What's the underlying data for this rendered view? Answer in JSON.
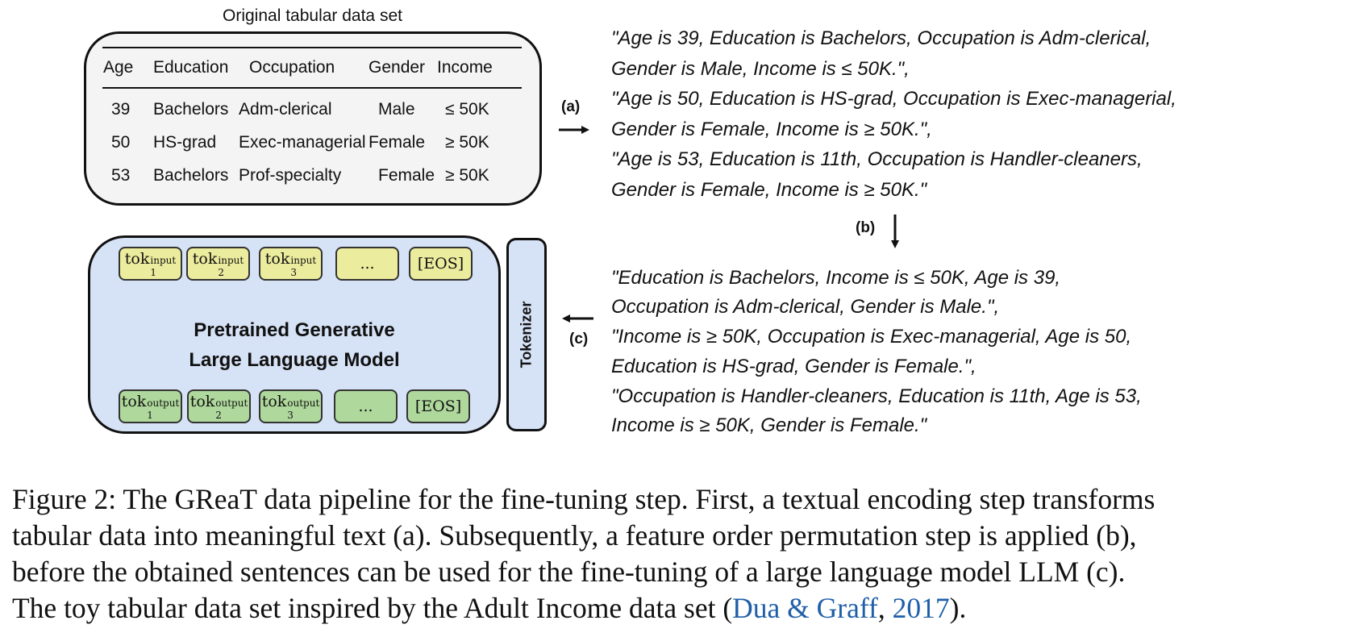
{
  "table": {
    "title": "Original tabular data set",
    "headers": [
      "Age",
      "Education",
      "Occupation",
      "Gender",
      "Income"
    ],
    "rows": [
      [
        "39",
        "Bachelors",
        "Adm-clerical",
        "Male",
        "≤ 50K"
      ],
      [
        "50",
        "HS-grad",
        "Exec-managerial",
        "Female",
        "≥ 50K"
      ],
      [
        "53",
        "Bachelors",
        "Prof-specialty",
        "Female",
        "≥ 50K"
      ]
    ]
  },
  "labels": {
    "a": "(a)",
    "b": "(b)",
    "c": "(c)"
  },
  "encoded_sentences": [
    "\"Age is 39, Education is Bachelors, Occupation is Adm-clerical,",
    "Gender is Male, Income is  ≤ 50K.\",",
    "\"Age is 50, Education is HS-grad, Occupation is Exec-managerial,",
    "Gender is Female, Income is  ≥ 50K.\",",
    "\"Age is 53, Education is 11th, Occupation is Handler-cleaners,",
    "Gender is Female, Income is  ≥ 50K.\""
  ],
  "permuted_sentences": [
    "\"Education is Bachelors, Income is  ≤ 50K, Age is 39,",
    "Occupation is Adm-clerical, Gender is Male.\",",
    "\"Income is  ≥ 50K, Occupation is Exec-managerial, Age is 50,",
    "Education is HS-grad, Gender is Female.\",",
    "\"Occupation is Handler-cleaners, Education is 11th, Age is 53,",
    "Income is  ≥ 50K, Gender is Female.\""
  ],
  "model": {
    "title_line1": "Pretrained Generative",
    "title_line2": "Large Language Model",
    "input_tokens": [
      {
        "base": "tok",
        "sub": "1",
        "sup": "input"
      },
      {
        "base": "tok",
        "sub": "2",
        "sup": "input"
      },
      {
        "base": "tok",
        "sub": "3",
        "sup": "input"
      },
      {
        "base": "...",
        "sub": "",
        "sup": ""
      },
      {
        "base": "[EOS]",
        "sub": "",
        "sup": ""
      }
    ],
    "output_tokens": [
      {
        "base": "tok",
        "sub": "1",
        "sup": "output"
      },
      {
        "base": "tok",
        "sub": "2",
        "sup": "output"
      },
      {
        "base": "tok",
        "sub": "3",
        "sup": "output"
      },
      {
        "base": "...",
        "sub": "",
        "sup": ""
      },
      {
        "base": "[EOS]",
        "sub": "",
        "sup": ""
      }
    ]
  },
  "tokenizer": "Tokenizer",
  "caption": {
    "line1": "Figure 2: The GReaT data pipeline for the fine-tuning step. First, a textual encoding step transforms",
    "line2": "tabular data into meaningful text (a). Subsequently, a feature order permutation step is applied (b),",
    "line3": "before the obtained sentences can be used for the fine-tuning of a large language model LLM (c).",
    "line4_pre": "The toy tabular data set inspired by the Adult Income data set (",
    "citation_authors": "Dua & Graff",
    "citation_sep": ", ",
    "citation_year": "2017",
    "line4_post": ")."
  }
}
